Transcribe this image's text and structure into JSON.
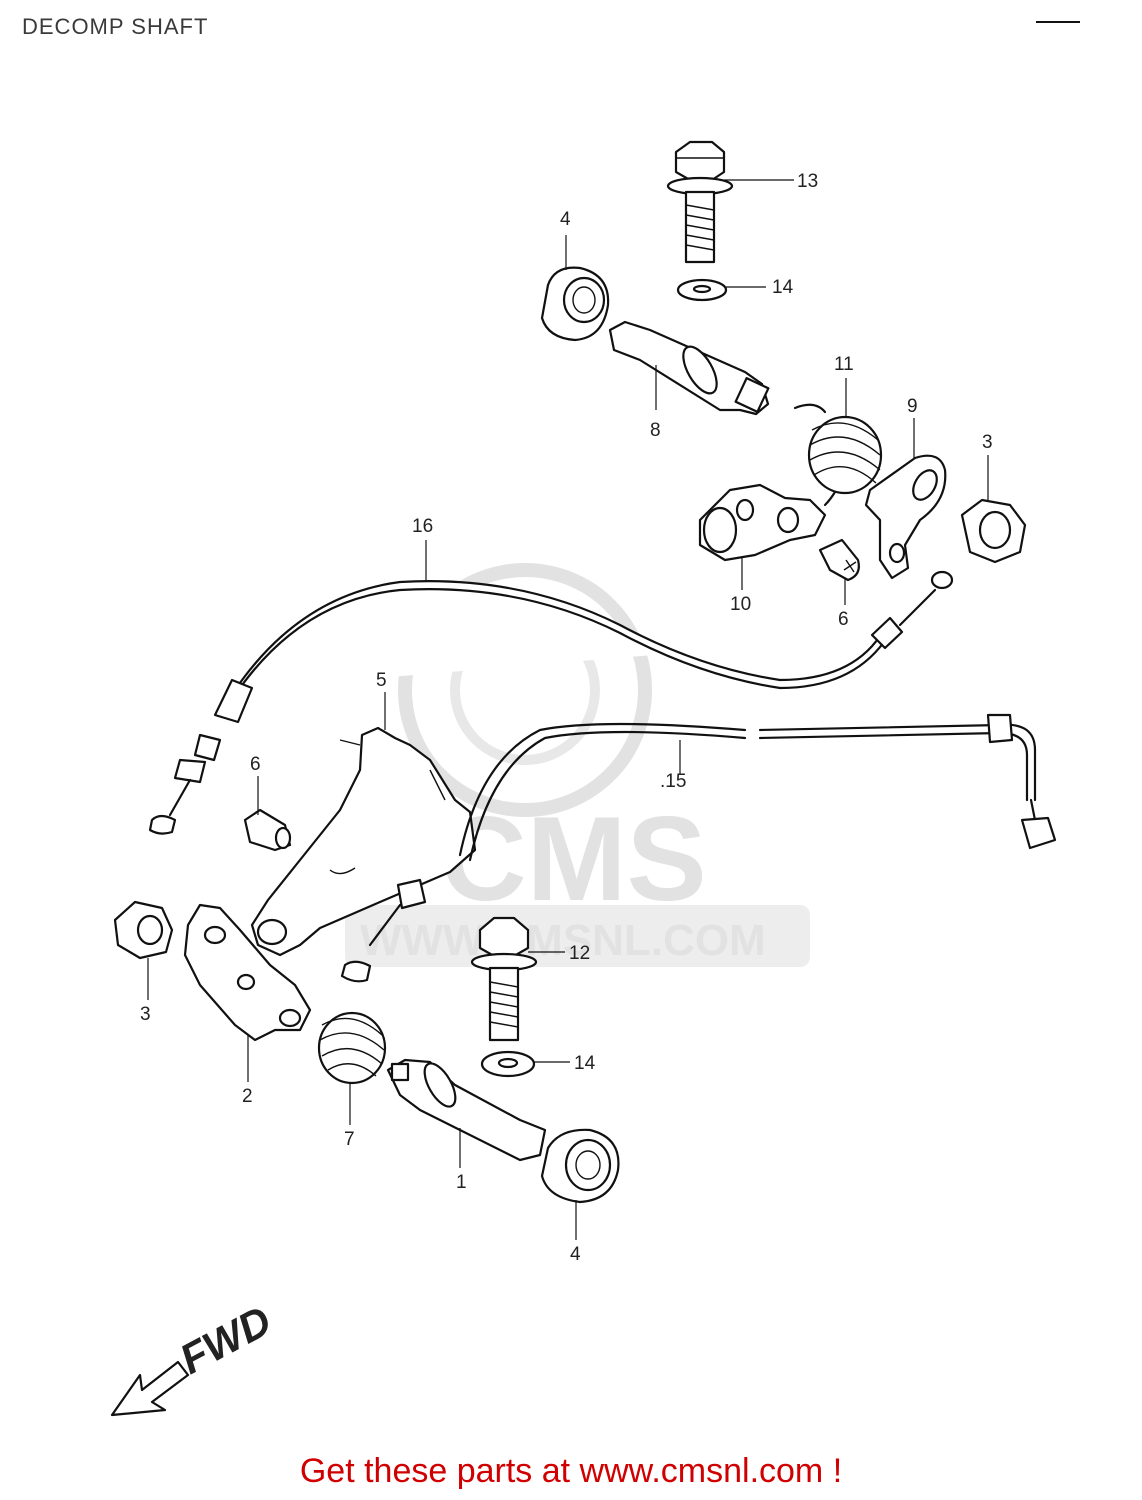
{
  "diagram": {
    "title": "DECOMP SHAFT",
    "direction_label": "FWD",
    "callouts": {
      "c1": "1",
      "c2": "2",
      "c3a": "3",
      "c3b": "3",
      "c4a": "4",
      "c4b": "4",
      "c5": "5",
      "c6a": "6",
      "c6b": "6",
      "c7": "7",
      "c8": "8",
      "c9": "9",
      "c10": "10",
      "c11": "11",
      "c12": "12",
      "c13": "13",
      "c14a": "14",
      "c14b": "14",
      "c15": ".15",
      "c16": "16"
    }
  },
  "watermark": {
    "brand": "CMS",
    "url": "WWW.CMSNL.COM"
  },
  "footer": {
    "text": "Get these parts at www.cmsnl.com !"
  },
  "colors": {
    "footer_red": "#d10000",
    "ink": "#111111",
    "watermark_grey": "#e2e2e2"
  }
}
